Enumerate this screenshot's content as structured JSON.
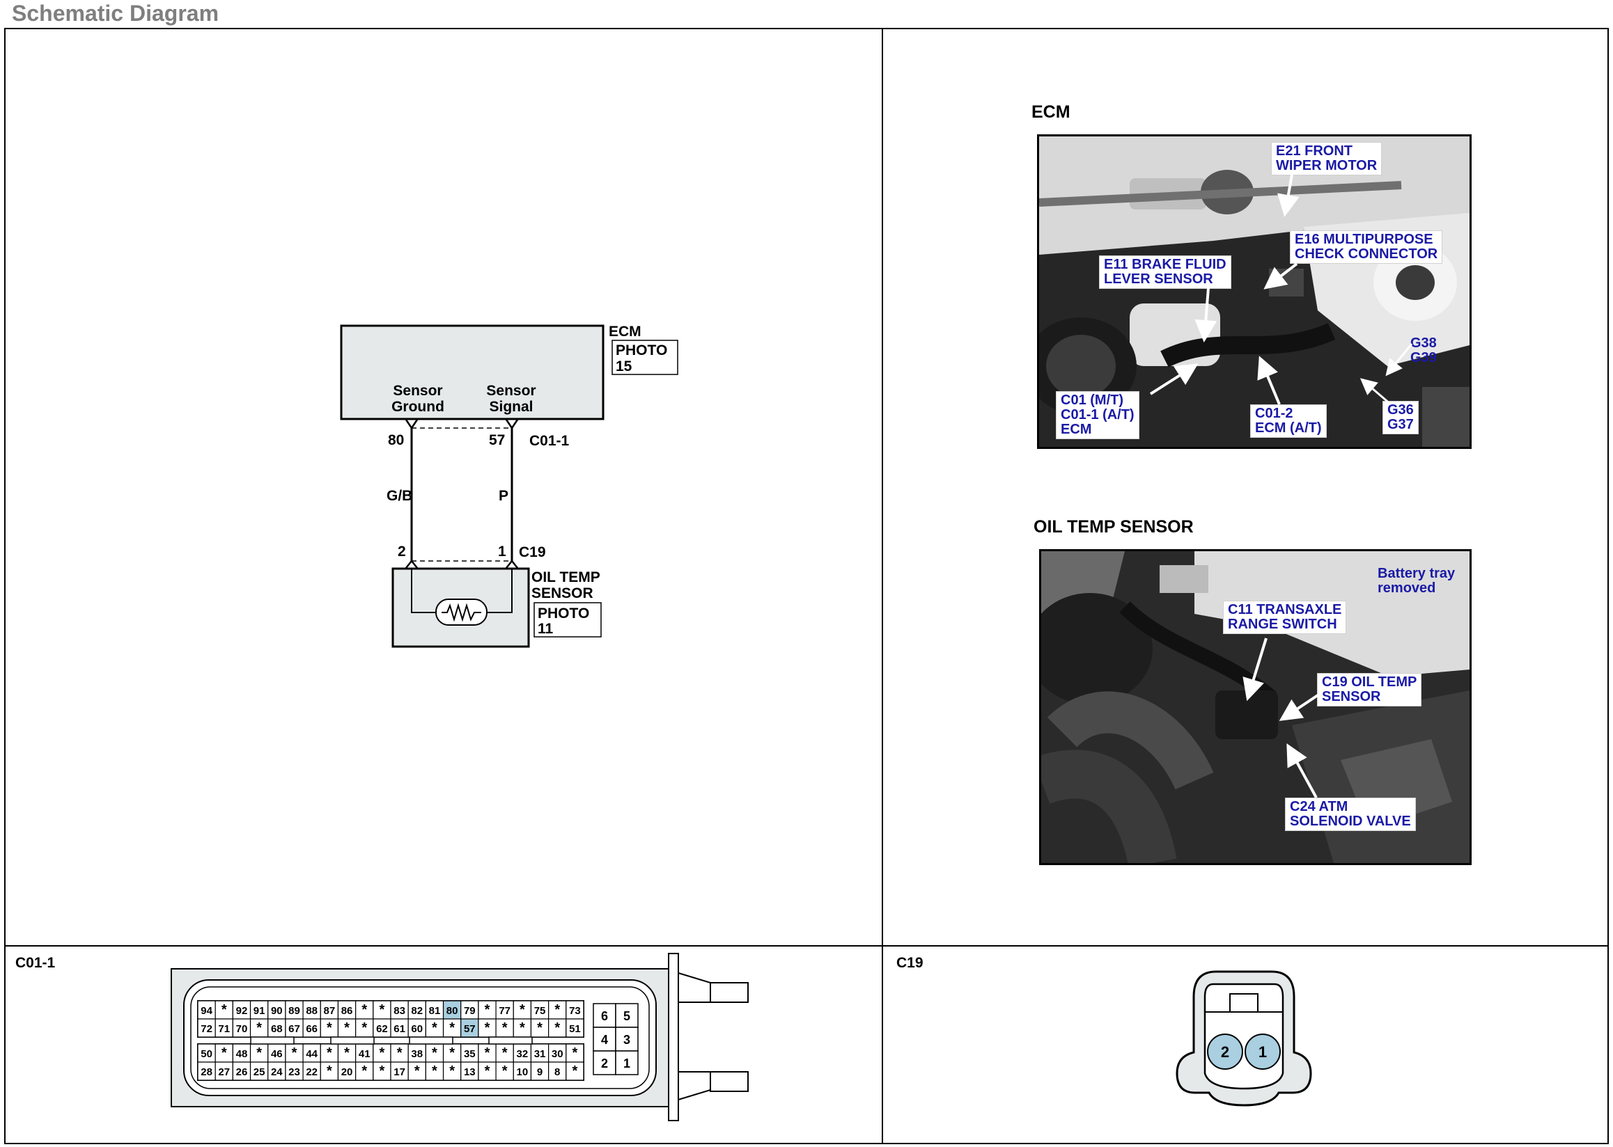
{
  "header": {
    "title": "Schematic Diagram"
  },
  "schematic": {
    "ecm_label": "ECM",
    "ecm_photo_1": "PHOTO",
    "ecm_photo_2": "15",
    "pin_left_name_1": "Sensor",
    "pin_left_name_2": "Ground",
    "pin_right_name_1": "Sensor",
    "pin_right_name_2": "Signal",
    "pin_left_num": "80",
    "pin_right_num": "57",
    "ecm_connector": "C01-1",
    "wire_left_color": "G/B",
    "wire_right_color": "P",
    "sensor_pin_left": "2",
    "sensor_pin_right": "1",
    "sensor_connector": "C19",
    "sensor_label_1": "OIL TEMP",
    "sensor_label_2": "SENSOR",
    "sensor_photo_1": "PHOTO",
    "sensor_photo_2": "11"
  },
  "photos": {
    "ecm": {
      "title": "ECM",
      "callouts": [
        "E21 FRONT\nWIPER MOTOR",
        "E16 MULTIPURPOSE\nCHECK CONNECTOR",
        "E11 BRAKE FLUID\nLEVER SENSOR",
        "G38\nG39",
        "C01 (M/T)\nC01-1 (A/T)\nECM",
        "C01-2\nECM (A/T)",
        "G36\nG37"
      ]
    },
    "oil_temp": {
      "title": "OIL TEMP SENSOR",
      "callouts": [
        "Battery tray\nremoved",
        "C11 TRANSAXLE\nRANGE SWITCH",
        "C19 OIL TEMP\nSENSOR",
        "C24 ATM\nSOLENOID VALVE"
      ]
    }
  },
  "connectors": {
    "c01_label": "C01-1",
    "c19_label": "C19",
    "c01_rows": [
      [
        "94",
        "*",
        "92",
        "91",
        "90",
        "89",
        "88",
        "87",
        "86",
        "*",
        "*",
        "83",
        "82",
        "81",
        "80",
        "79",
        "*",
        "77",
        "*",
        "75",
        "*",
        "73"
      ],
      [
        "72",
        "71",
        "70",
        "*",
        "68",
        "67",
        "66",
        "*",
        "*",
        "*",
        "62",
        "61",
        "60",
        "*",
        "*",
        "57",
        "*",
        "*",
        "*",
        "*",
        "*",
        "51"
      ],
      [
        "50",
        "*",
        "48",
        "*",
        "46",
        "*",
        "44",
        "*",
        "*",
        "41",
        "*",
        "*",
        "38",
        "*",
        "*",
        "35",
        "*",
        "*",
        "32",
        "31",
        "30",
        "*"
      ],
      [
        "28",
        "27",
        "26",
        "25",
        "24",
        "23",
        "22",
        "*",
        "20",
        "*",
        "*",
        "17",
        "*",
        "*",
        "*",
        "13",
        "*",
        "*",
        "10",
        "9",
        "8",
        "*"
      ]
    ],
    "c01_side": [
      [
        "6",
        "5"
      ],
      [
        "4",
        "3"
      ],
      [
        "2",
        "1"
      ]
    ],
    "c19_pins": [
      "2",
      "1"
    ]
  },
  "colors": {
    "callout_text": "#1a1aa6",
    "ecm_fill": "#e5e9e9",
    "pin_highlight": "#a9cfe0",
    "header_gray": "#7f7f7f"
  }
}
